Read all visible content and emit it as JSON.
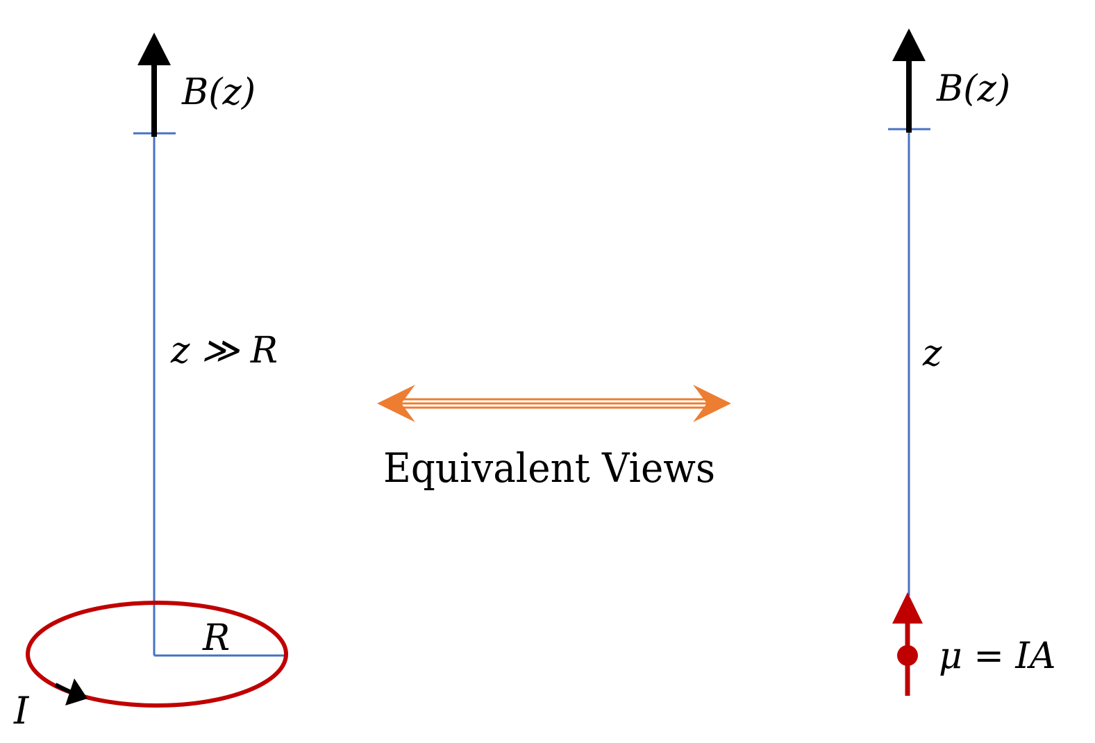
{
  "colors": {
    "axis": "#4472C4",
    "field_arrow": "#000000",
    "loop": "#C00000",
    "dipole": "#C00000",
    "equivalence_arrow": "#ED7D31"
  },
  "left_panel": {
    "field_label": "B(z)",
    "distance_label": "z ≫ R",
    "radius_label": "R",
    "current_label": "I"
  },
  "center": {
    "caption": "Equivalent Views"
  },
  "right_panel": {
    "field_label": "B(z)",
    "distance_label": "z",
    "dipole_label": "μ = IA"
  }
}
